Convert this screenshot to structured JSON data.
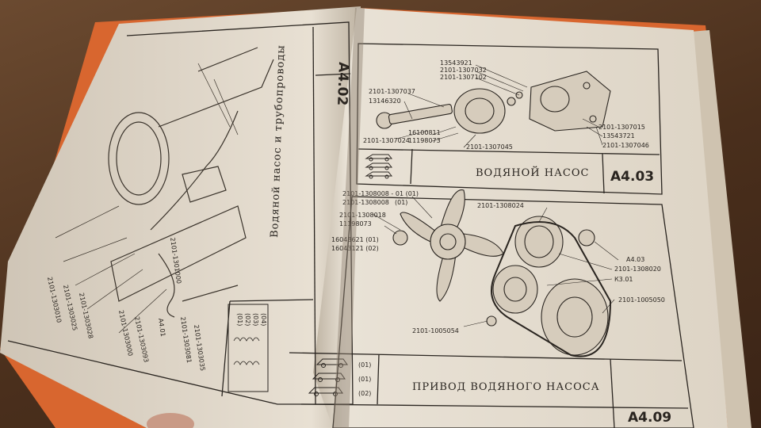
{
  "left_page": {
    "section_code": "A4.02",
    "title": "Водяной насос и трубопроводы",
    "part_labels": [
      "2101-1303010",
      "2101-1303025",
      "2101-1303028",
      "2101-1303000",
      "2101-1303093",
      "А4.01",
      "2101-1301000",
      "2101-1303081",
      "2101-1303035"
    ],
    "legend_codes": [
      "(01)",
      "(02)",
      "(03)",
      "(04)"
    ]
  },
  "right_page": {
    "top_diagram": {
      "part_labels": [
        "13543921",
        "2101-1307032",
        "2101-1307102",
        "2101-1307037",
        "13146320",
        "16100811",
        "11198073",
        "2101-1307024",
        "2101-1307045",
        "2101-1307015",
        "13543721",
        "2101-1307046"
      ],
      "title": "ВОДЯНОЙ НАСОС",
      "section_code": "А4.03"
    },
    "bottom_diagram": {
      "part_labels": [
        "2101-1308008 - 01 (01)",
        "2101-1308008",
        "(01)",
        "2101-1308018",
        "11198073",
        "16043621 (01)",
        "16043121 (02)",
        "2101-1308024",
        "А4.03",
        "2101-1308020",
        "К3.01",
        "2101-1005050",
        "2101-1005054"
      ],
      "car_codes": [
        "(01)",
        "(01)",
        "(02)"
      ],
      "title": "ПРИВОД ВОДЯНОГО НАСОСА",
      "section_code": "А4.09"
    }
  },
  "colors": {
    "paper": "#e7ded0",
    "ink": "#2a2520",
    "cover": "#d8662f",
    "table": "#4a2f1c"
  }
}
